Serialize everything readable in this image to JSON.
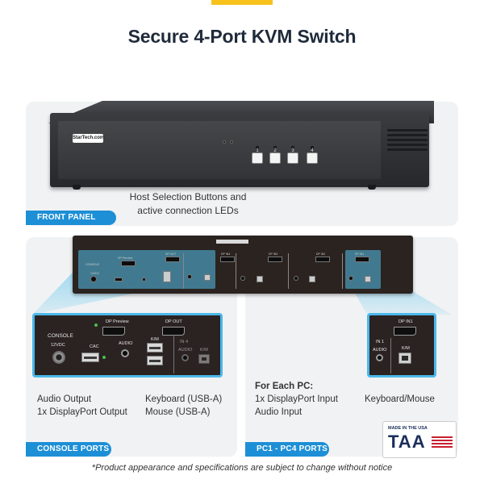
{
  "title": "Secure 4-Port KVM Switch",
  "front_panel": {
    "tag": "FRONT PANEL",
    "caption_line1": "Host Selection Buttons and",
    "caption_line2": "active connection LEDs",
    "brand": "StarTech.com",
    "button_numbers": [
      "1",
      "2",
      "3",
      "4"
    ]
  },
  "rear_panel": {
    "labels": {
      "console": "CONSOLE",
      "power": "12VDC",
      "dp_preview": "DP Preview",
      "dp_out": "DP OUT",
      "dp_in4": "DP IN4",
      "dp_in3": "DP IN3",
      "dp_in2": "DP IN2",
      "dp_in1": "DP IN1",
      "km": "K/M",
      "audio": "AUDIO",
      "cac": "CAC"
    }
  },
  "console_zoom": {
    "console": "CONSOLE",
    "power": "12VDC",
    "dp_preview": "DP Preview",
    "dp_out": "DP OUT",
    "cac": "CAC",
    "audio": "AUDIO",
    "km": "K/M",
    "in4": "IN 4",
    "audio2": "AUDIO",
    "km2": "K/M"
  },
  "pc_zoom": {
    "dp_in1": "DP IN1",
    "in1": "IN 1",
    "audio": "AUDIO",
    "km": "K/M"
  },
  "console_ports": {
    "tag": "CONSOLE PORTS",
    "col1_line1": "Audio Output",
    "col1_line2": "1x DisplayPort Output",
    "col2_line1": "Keyboard (USB-A)",
    "col2_line2": "Mouse (USB-A)"
  },
  "pc_ports": {
    "tag": "PC1 - PC4 PORTS",
    "heading": "For Each PC:",
    "line1": "1x DisplayPort Input",
    "line2": "Audio Input",
    "right_label": "Keyboard/Mouse"
  },
  "taa_badge": {
    "top": "MADE IN THE USA",
    "big": "TAA"
  },
  "disclaimer": "*Product appearance and specifications are subject to change without notice",
  "colors": {
    "accent_blue": "#1d8fd6",
    "highlight_blue": "#4bb8ea",
    "title": "#1f2a3a",
    "yellow_bar": "#f7c21b"
  }
}
